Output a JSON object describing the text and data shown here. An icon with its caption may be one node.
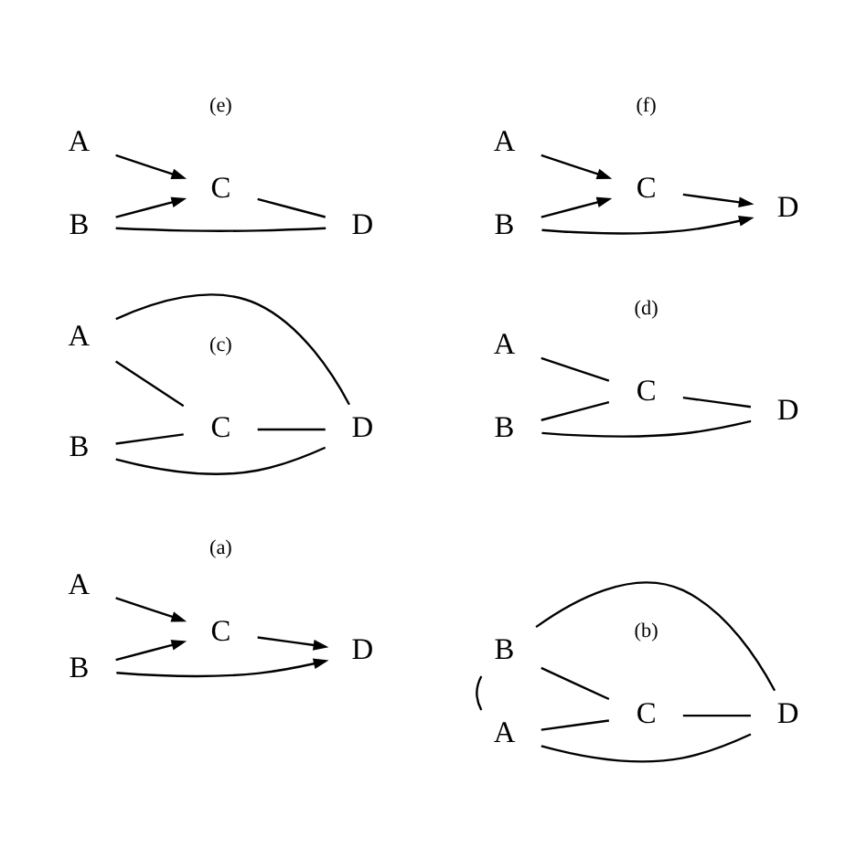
{
  "diagram": {
    "nodes": [
      {
        "text": [
          "A"
        ]
      },
      {
        "text": [
          "C"
        ]
      },
      {
        "text": [
          "D"
        ]
      },
      {
        "text": [
          "B"
        ]
      },
      {
        "text": [
          "A"
        ]
      },
      {
        "text": [
          "C"
        ]
      },
      {
        "text": [
          "D"
        ]
      },
      {
        "text": [
          "B"
        ]
      },
      {
        "text": [
          "A"
        ]
      },
      {
        "text": [
          "C"
        ]
      },
      {
        "text": [
          "D"
        ]
      },
      {
        "text": [
          "B"
        ]
      },
      {
        "text": [
          "A"
        ]
      },
      {
        "text": [
          "C"
        ]
      },
      {
        "text": [
          "D"
        ]
      },
      {
        "text": [
          "B"
        ]
      },
      {
        "text": [
          "A"
        ]
      },
      {
        "text": [
          "C"
        ]
      },
      {
        "text": [
          "D"
        ]
      },
      {
        "text": [
          "B"
        ]
      },
      {
        "text": [
          "A"
        ]
      },
      {
        "text": [
          "C"
        ]
      },
      {
        "text": [
          "D"
        ]
      },
      {
        "text": [
          "B"
        ]
      }
    ],
    "edges": [
      {
        "from": 0,
        "to": 1,
        "arrow": "to"
      },
      {
        "from": 3,
        "to": 1,
        "arrow": "to"
      },
      {
        "from": 1,
        "to": 2,
        "arrow": "to"
      },
      {
        "from": 3,
        "to": 2,
        "arrow": "to"
      },
      {
        "from": 4,
        "to": 7,
        "arrow": "none"
      },
      {
        "from": 4,
        "to": 5,
        "arrow": "none"
      },
      {
        "from": 4,
        "to": 6,
        "arrow": "none"
      },
      {
        "from": 7,
        "to": 5,
        "arrow": "none"
      },
      {
        "from": 7,
        "to": 6,
        "arrow": "none"
      },
      {
        "from": 5,
        "to": 6,
        "arrow": "none"
      },
      {
        "from": 8,
        "to": 9,
        "arrow": "none"
      },
      {
        "from": 8,
        "to": 10,
        "arrow": "none"
      },
      {
        "from": 11,
        "to": 9,
        "arrow": "none"
      },
      {
        "from": 11,
        "to": 10,
        "arrow": "none"
      },
      {
        "from": 9,
        "to": 10,
        "arrow": "none"
      },
      {
        "from": 12,
        "to": 13,
        "arrow": "none"
      },
      {
        "from": 15,
        "to": 13,
        "arrow": "none"
      },
      {
        "from": 13,
        "to": 14,
        "arrow": "none"
      },
      {
        "from": 15,
        "to": 14,
        "arrow": "none"
      },
      {
        "from": 16,
        "to": 17,
        "arrow": "to"
      },
      {
        "from": 19,
        "to": 17,
        "arrow": "to"
      },
      {
        "from": 17,
        "to": 18,
        "arrow": "none"
      },
      {
        "from": 19,
        "to": 18,
        "arrow": "none"
      },
      {
        "from": 20,
        "to": 21,
        "arrow": "to"
      },
      {
        "from": 23,
        "to": 21,
        "arrow": "to"
      },
      {
        "from": 21,
        "to": 22,
        "arrow": "to"
      },
      {
        "from": 23,
        "to": 22,
        "arrow": "to"
      }
    ],
    "labels": [
      "(a)",
      "(b)",
      "(c)",
      "(d)",
      "(e)",
      "(f)"
    ]
  }
}
